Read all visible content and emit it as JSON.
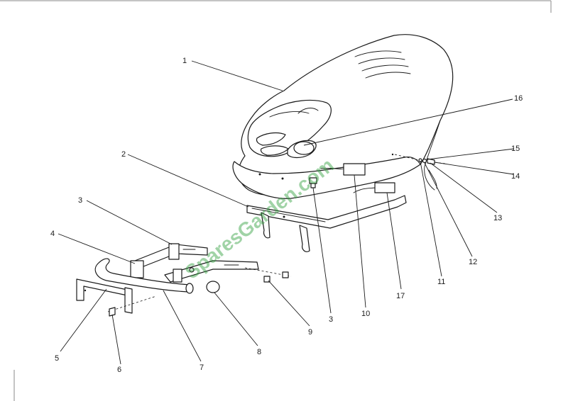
{
  "watermark": {
    "text": "SparesGarden.com",
    "color": "#2f9e3c"
  },
  "callouts": [
    {
      "id": "1",
      "label": "1"
    },
    {
      "id": "2",
      "label": "2"
    },
    {
      "id": "3a",
      "label": "3"
    },
    {
      "id": "4",
      "label": "4"
    },
    {
      "id": "5",
      "label": "5"
    },
    {
      "id": "6",
      "label": "6"
    },
    {
      "id": "7",
      "label": "7"
    },
    {
      "id": "8",
      "label": "8"
    },
    {
      "id": "9",
      "label": "9"
    },
    {
      "id": "3b",
      "label": "3"
    },
    {
      "id": "10",
      "label": "10"
    },
    {
      "id": "17",
      "label": "17"
    },
    {
      "id": "11",
      "label": "11"
    },
    {
      "id": "12",
      "label": "12"
    },
    {
      "id": "13",
      "label": "13"
    },
    {
      "id": "14",
      "label": "14"
    },
    {
      "id": "15",
      "label": "15"
    },
    {
      "id": "16",
      "label": "16"
    }
  ]
}
